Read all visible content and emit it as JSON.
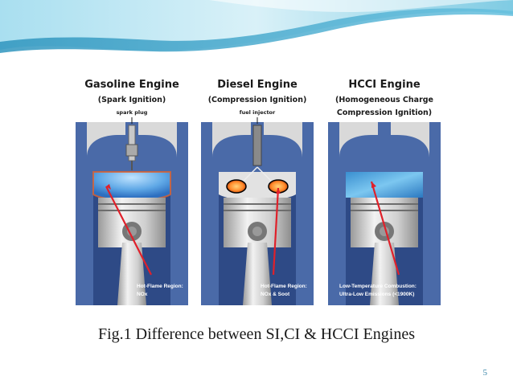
{
  "figure": {
    "engines": [
      {
        "title": "Gasoline Engine",
        "subtitle_lines": [
          "(Spark Ignition)"
        ],
        "component_label": "spark plug",
        "region_lines": [
          "Hot-Flame Region:",
          "NOx"
        ]
      },
      {
        "title": "Diesel Engine",
        "subtitle_lines": [
          "(Compression Ignition)"
        ],
        "component_label": "fuel injector",
        "region_lines": [
          "Hot-Flame Region:",
          "NOx & Soot"
        ]
      },
      {
        "title": "HCCI Engine",
        "subtitle_lines": [
          "(Homogeneous Charge",
          "Compression Ignition)"
        ],
        "component_label": "",
        "region_lines": [
          "Low-Temperature Combustion:",
          "Ultra-Low Emissions (<1900K)"
        ]
      }
    ]
  },
  "caption": "Fig.1 Difference between SI,CI & HCCI Engines",
  "page_number": "5",
  "colors": {
    "engine_block": "#4a6aa8",
    "piston": "#d6d6d6",
    "arrow": "#e0202a",
    "wave_light": "#bfe6f2",
    "wave_dark": "#3a9fc6",
    "page_number": "#3a86a8"
  }
}
